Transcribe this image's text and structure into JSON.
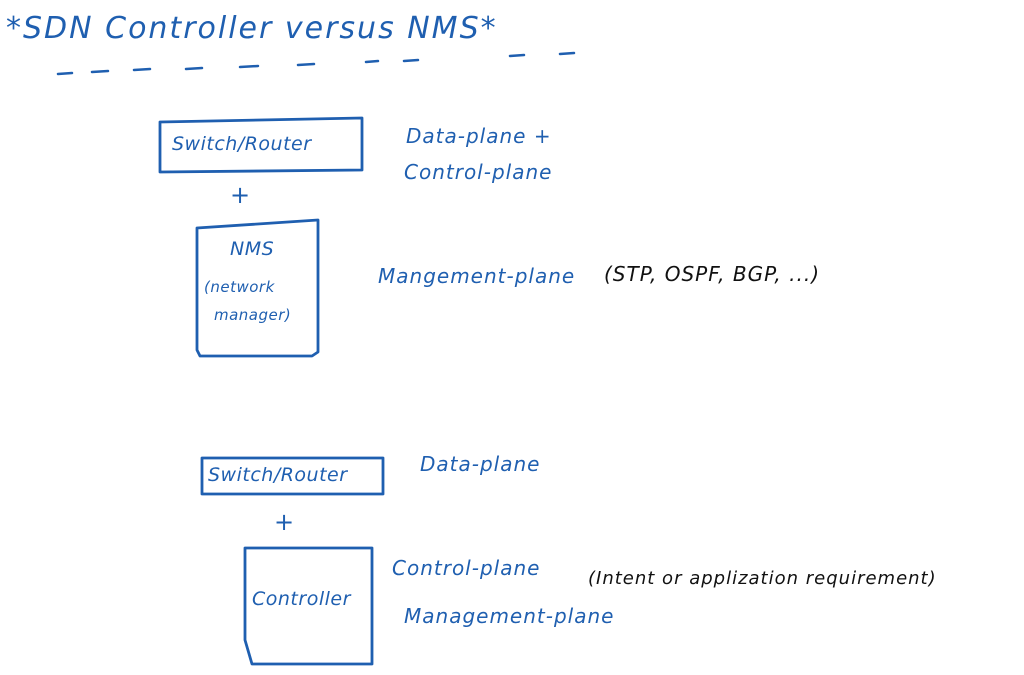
{
  "title": "*SDN Controller versus NMS*",
  "colors": {
    "ink_blue": "#1f5fb0",
    "ink_black": "#111111",
    "background": "#ffffff"
  },
  "top_stack": {
    "box1_label": "Switch/Router",
    "plus": "+",
    "box2_line1": "NMS",
    "box2_line2": "(network",
    "box2_line3": "manager)",
    "box1_desc_line1": "Data-plane +",
    "box1_desc_line2": "Control-plane",
    "box2_desc": "Mangement-plane",
    "box2_note": "(STP, OSPF, BGP, ...)"
  },
  "bottom_stack": {
    "box1_label": "Switch/Router",
    "plus": "+",
    "box2_label": "Controller",
    "box1_desc": "Data-plane",
    "box2_desc_line1": "Control-plane",
    "box2_desc_line2": "Management-plane",
    "box2_note": "(Intent or applization requirement)"
  }
}
